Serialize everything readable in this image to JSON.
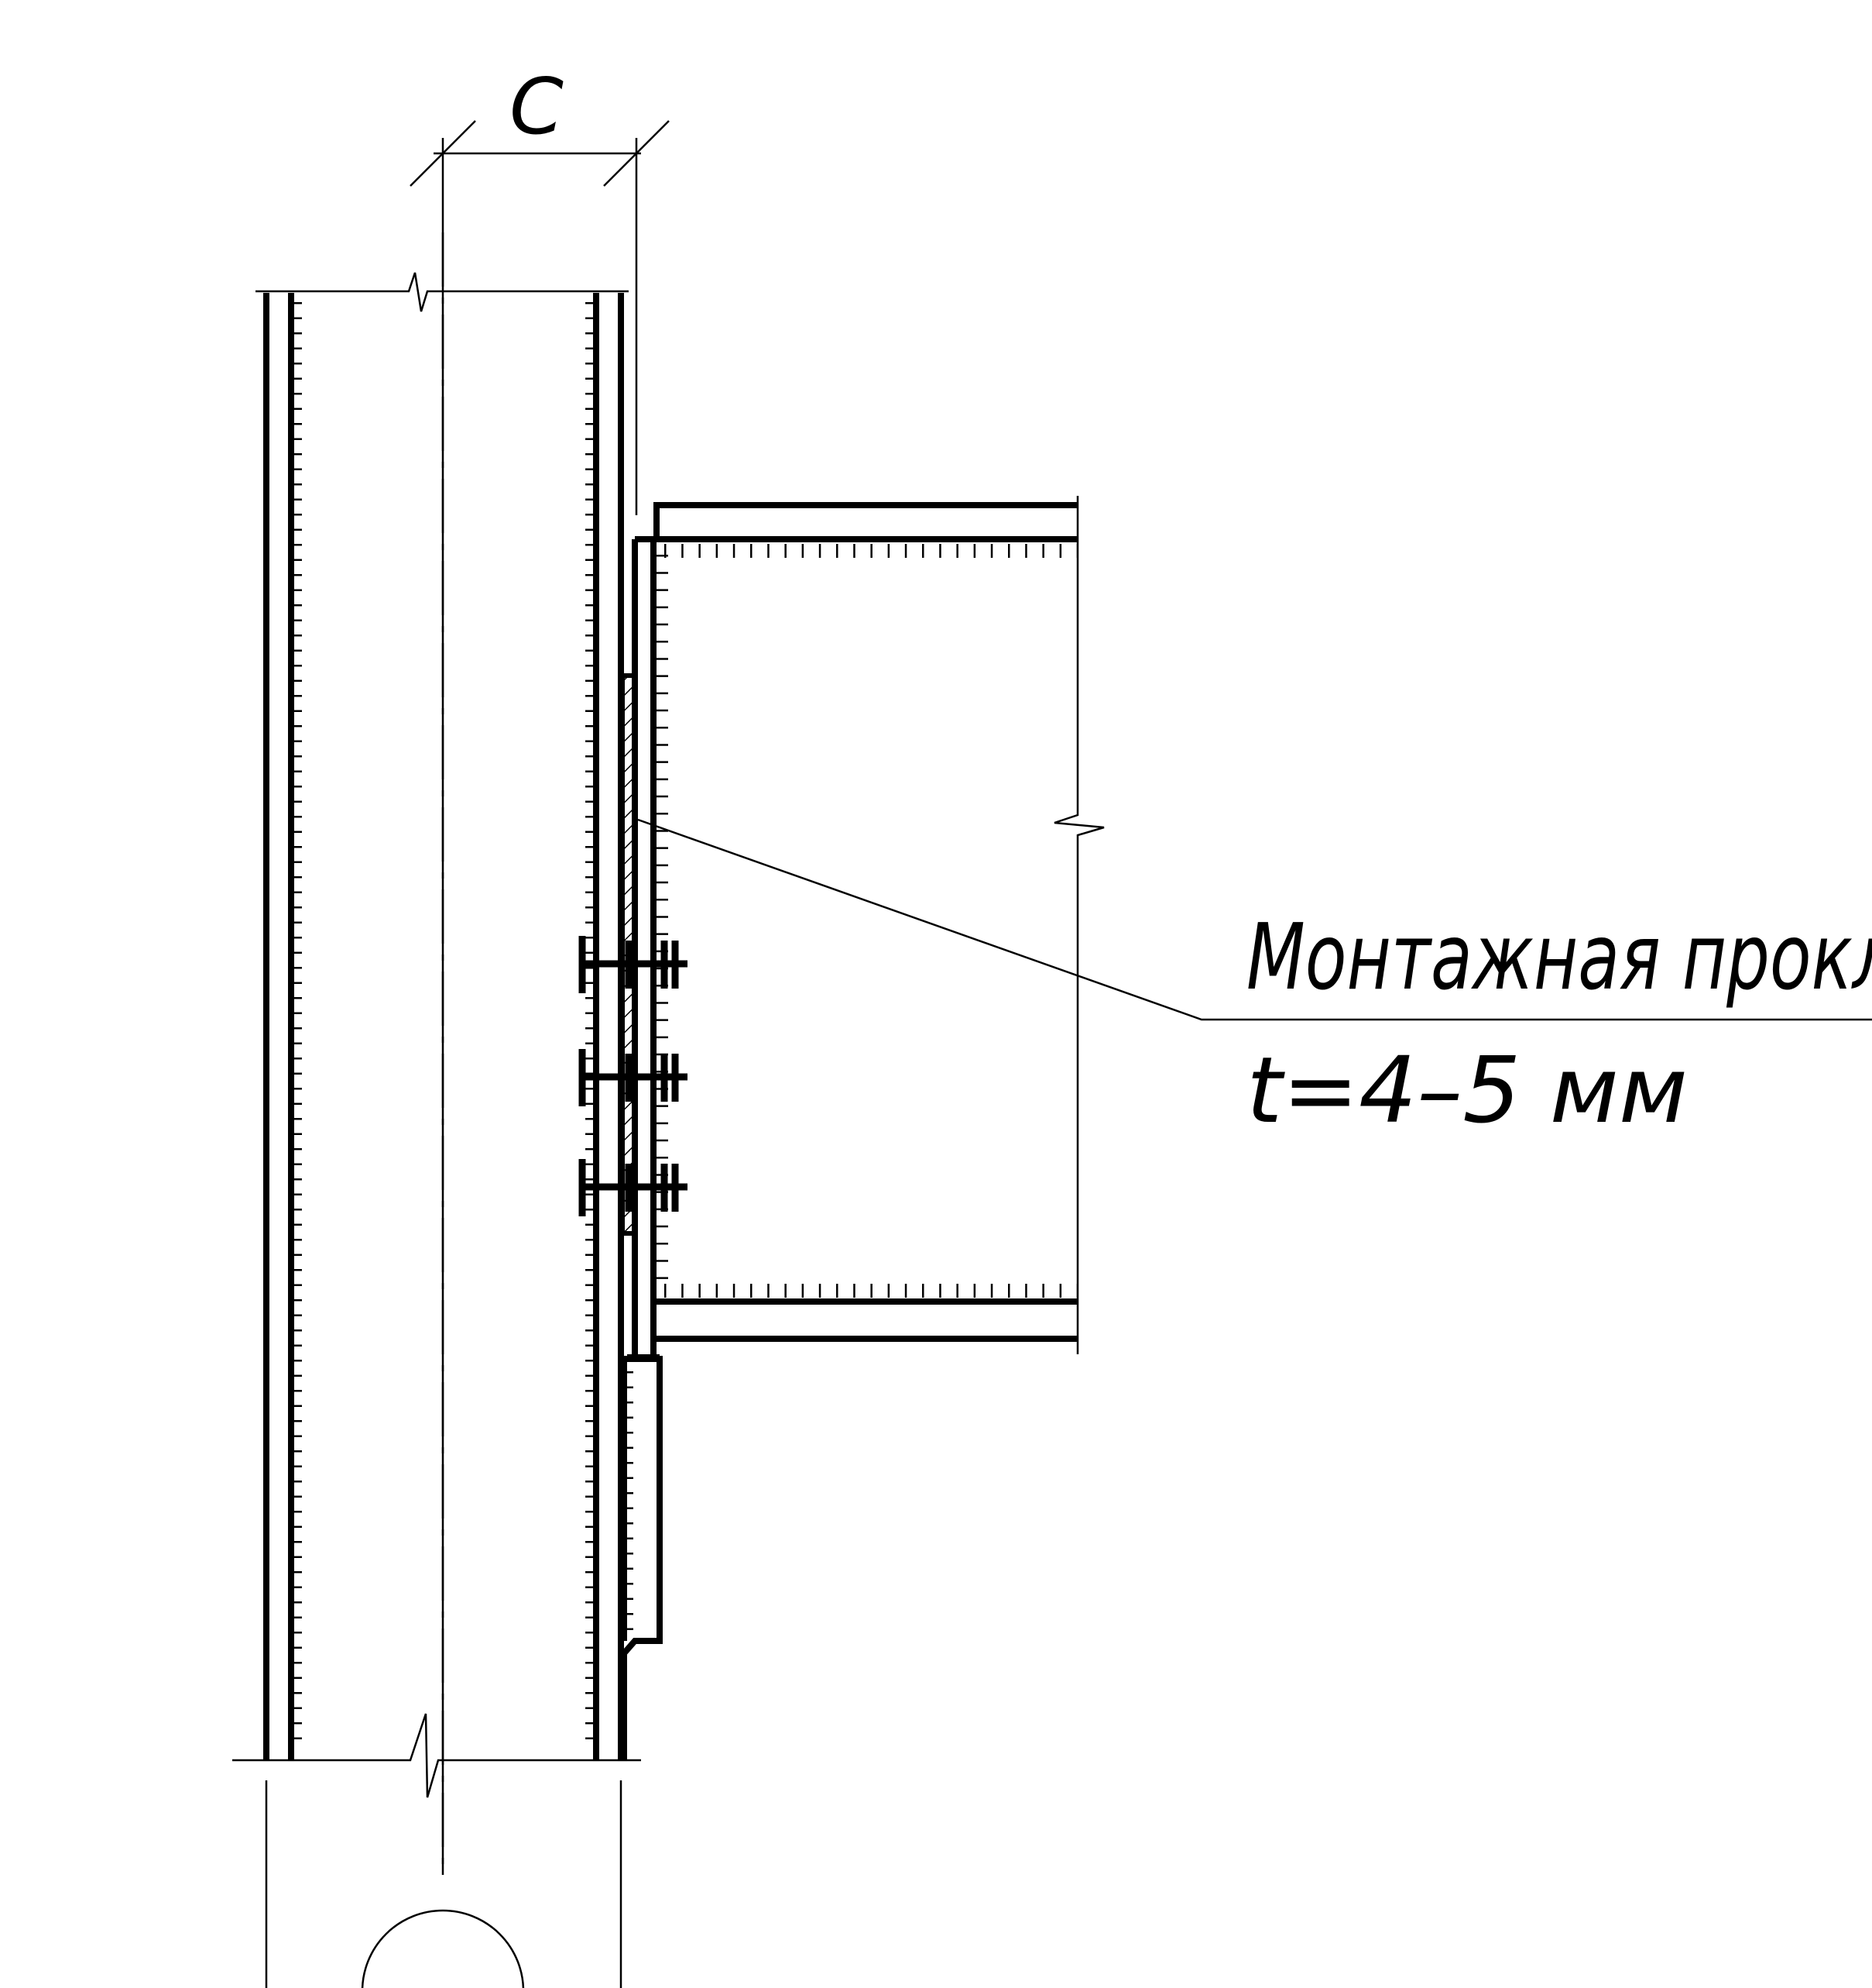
{
  "drawing": {
    "dimension_label": "C",
    "callout": {
      "line1": "Монтажная прокладка",
      "line2": "t=4–5 мм"
    }
  },
  "colors": {
    "line": "#000000",
    "background": "#ffffff"
  }
}
